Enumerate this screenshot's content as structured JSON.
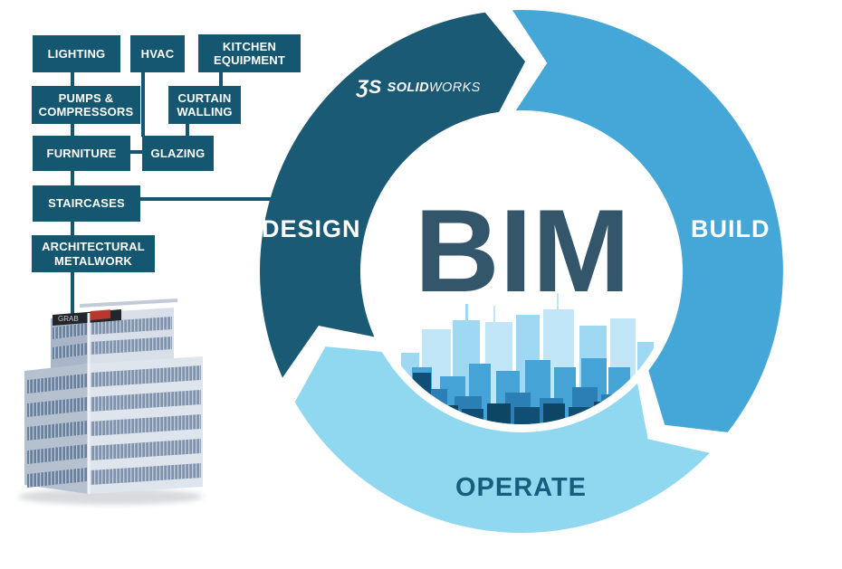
{
  "theme": {
    "dark_teal": "#155670",
    "design_arc": "#1b5a74",
    "build_arc": "#45a6d8",
    "operate_arc": "#90d8f0",
    "bim_text": "#33566b",
    "operate_text": "#175d7c",
    "sky_1": "#c0e6f7",
    "sky_2": "#9fd8f2",
    "sky_3": "#45a3d6",
    "sky_4": "#2b7fb5",
    "sky_5": "#114e74",
    "sky_6": "#0d4565"
  },
  "flowchart": {
    "boxes": [
      {
        "label": "LIGHTING"
      },
      {
        "label": "HVAC"
      },
      {
        "label": "KITCHEN\nEQUIPMENT"
      },
      {
        "label": "PUMPS &\nCOMPRESSORS"
      },
      {
        "label": "CURTAIN\nWALLING"
      },
      {
        "label": "FURNITURE"
      },
      {
        "label": "GLAZING"
      },
      {
        "label": "STAIRCASES"
      },
      {
        "label": "ARCHITECTURAL\nMETALWORK"
      }
    ]
  },
  "cycle": {
    "center_label": "BIM",
    "segments": [
      {
        "label": "DESIGN"
      },
      {
        "label": "BUILD"
      },
      {
        "label": "OPERATE"
      }
    ]
  },
  "logo": {
    "mark": "ƷS",
    "brand_bold": "SOLID",
    "brand_light": "WORKS"
  },
  "building": {
    "sign_text": "GRAB"
  }
}
